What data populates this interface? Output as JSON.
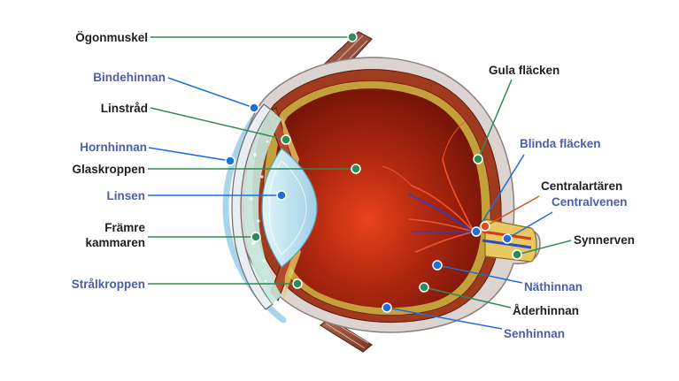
{
  "colors": {
    "label_dark": "#1f1f1f",
    "label_blue": "#4a5fa8",
    "leader_green": "#2e8b57",
    "leader_blue": "#1e6fd8",
    "eyeball_interior": "#8a1a0a",
    "sclera": "#d8d0cc",
    "lens": "#bfe3f0",
    "optic_nerve": "#e8c860"
  },
  "labels": {
    "ogonmuskel": "Ögonmuskel",
    "bindehinnan": "Bindehinnan",
    "linstrad": "Linstråd",
    "hornhinnan": "Hornhinnan",
    "glaskroppen": "Glaskroppen",
    "linsen": "Linsen",
    "framre_line1": "Främre",
    "framre_line2": "kammaren",
    "stralkroppen": "Strålkroppen",
    "gula_flacken": "Gula fläcken",
    "blinda_flacken": "Blinda fläcken",
    "centralartaren": "Centralartären",
    "centralvenen": "Centralvenen",
    "synnerven": "Synnerven",
    "nathinnan": "Näthinnan",
    "aderhinnan": "Åderhinnan",
    "senhinnan": "Senhinnan"
  }
}
